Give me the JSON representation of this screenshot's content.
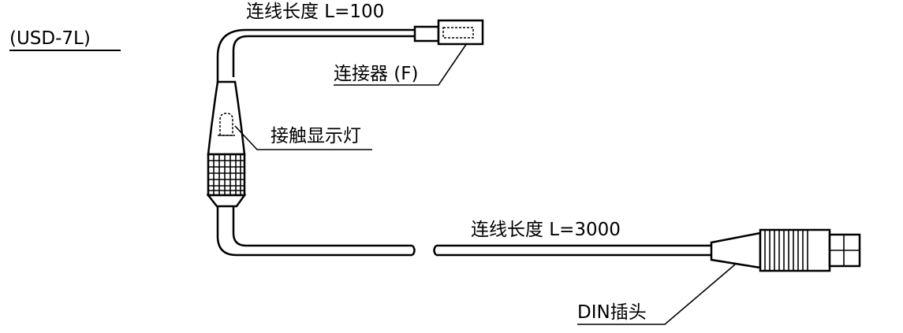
{
  "model": "(USD-7L)",
  "labels": {
    "lead_length_short": "连线长度 L=100",
    "lead_length_long": "连线长度 L=3000",
    "connector": "连接器 (F)",
    "contact_lamp": "接触显示灯",
    "din_plug": "DIN插头"
  },
  "colors": {
    "ink": "#000000",
    "background": "#ffffff"
  }
}
